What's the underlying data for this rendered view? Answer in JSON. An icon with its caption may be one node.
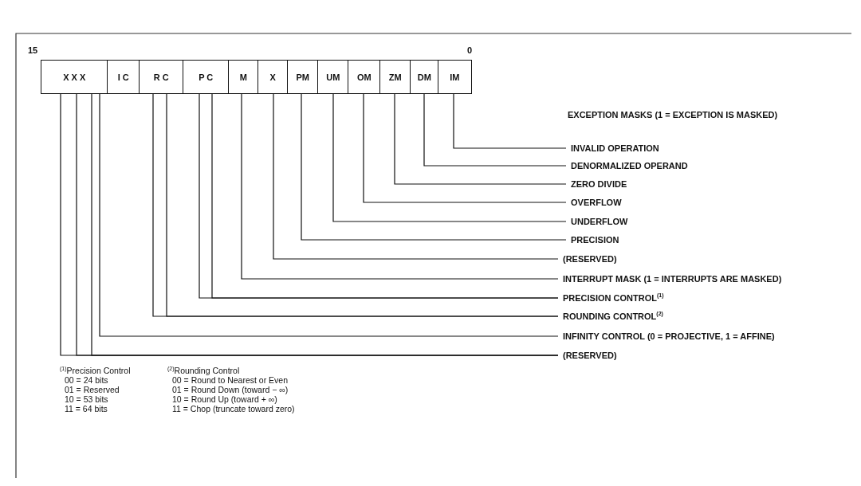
{
  "diagram": {
    "nodes": [
      {
        "text": [
          "X X X"
        ]
      },
      {
        "text": [
          "I C"
        ]
      },
      {
        "text": [
          "R C"
        ]
      },
      {
        "text": [
          "P C"
        ]
      },
      {
        "text": [
          "M"
        ]
      },
      {
        "text": [
          "X"
        ]
      },
      {
        "text": [
          "PM"
        ]
      },
      {
        "text": [
          "UM"
        ]
      },
      {
        "text": [
          "OM"
        ]
      },
      {
        "text": [
          "ZM"
        ]
      },
      {
        "text": [
          "DM"
        ]
      },
      {
        "text": [
          "IM"
        ]
      },
      {
        "text": [
          "INVALID OPERATION"
        ]
      },
      {
        "text": [
          "DENORMALIZED OPERAND"
        ]
      },
      {
        "text": [
          "ZERO DIVIDE"
        ]
      },
      {
        "text": [
          "OVERFLOW"
        ]
      },
      {
        "text": [
          "UNDERFLOW"
        ]
      },
      {
        "text": [
          "PRECISION"
        ]
      },
      {
        "text": [
          "(RESERVED)"
        ]
      },
      {
        "text": [
          "INTERRUPT MASK (1 = INTERRUPTS ARE MASKED)"
        ]
      },
      {
        "text": [
          "PRECISION CONTROL$^{(1)}$"
        ]
      },
      {
        "text": [
          "ROUNDING CONTROL$^{(2)}$"
        ]
      },
      {
        "text": [
          "INFINITY CONTROL (0 = PROJECTIVE, 1 = AFFINE)"
        ]
      },
      {
        "text": [
          "(RESERVED)"
        ]
      }
    ],
    "edges": [
      {
        "from": 11,
        "to": 12,
        "arrow": "none"
      },
      {
        "from": 10,
        "to": 13,
        "arrow": "none"
      },
      {
        "from": 9,
        "to": 14,
        "arrow": "none"
      },
      {
        "from": 8,
        "to": 15,
        "arrow": "none"
      },
      {
        "from": 7,
        "to": 16,
        "arrow": "none"
      },
      {
        "from": 6,
        "to": 17,
        "arrow": "none"
      },
      {
        "from": 5,
        "to": 18,
        "arrow": "none"
      },
      {
        "from": 4,
        "to": 19,
        "arrow": "none"
      },
      {
        "from": 3,
        "to": 20,
        "arrow": "none"
      },
      {
        "from": 3,
        "to": 20,
        "arrow": "none"
      },
      {
        "from": 2,
        "to": 21,
        "arrow": "none"
      },
      {
        "from": 2,
        "to": 21,
        "arrow": "none"
      },
      {
        "from": 1,
        "to": 22,
        "arrow": "none"
      },
      {
        "from": 0,
        "to": 23,
        "arrow": "none"
      },
      {
        "from": 0,
        "to": 23,
        "arrow": "none"
      },
      {
        "from": 0,
        "to": 23,
        "arrow": "none"
      }
    ],
    "labels": [
      "15",
      "0",
      "EXCEPTION MASKS (1 = EXCEPTION IS MASKED)",
      "$^{(1)}$Precision Control",
      "00 = 24 bits",
      "01 = Reserved",
      "10 = 53 bits",
      "11 = 64 bits",
      "$^{(2)}$Rounding Control",
      "00 = Round to Nearest or Even",
      "01 = Round Down (toward − ∞)",
      "10 = Round Up (toward + ∞)",
      "11 = Chop (truncate toward zero)"
    ]
  }
}
